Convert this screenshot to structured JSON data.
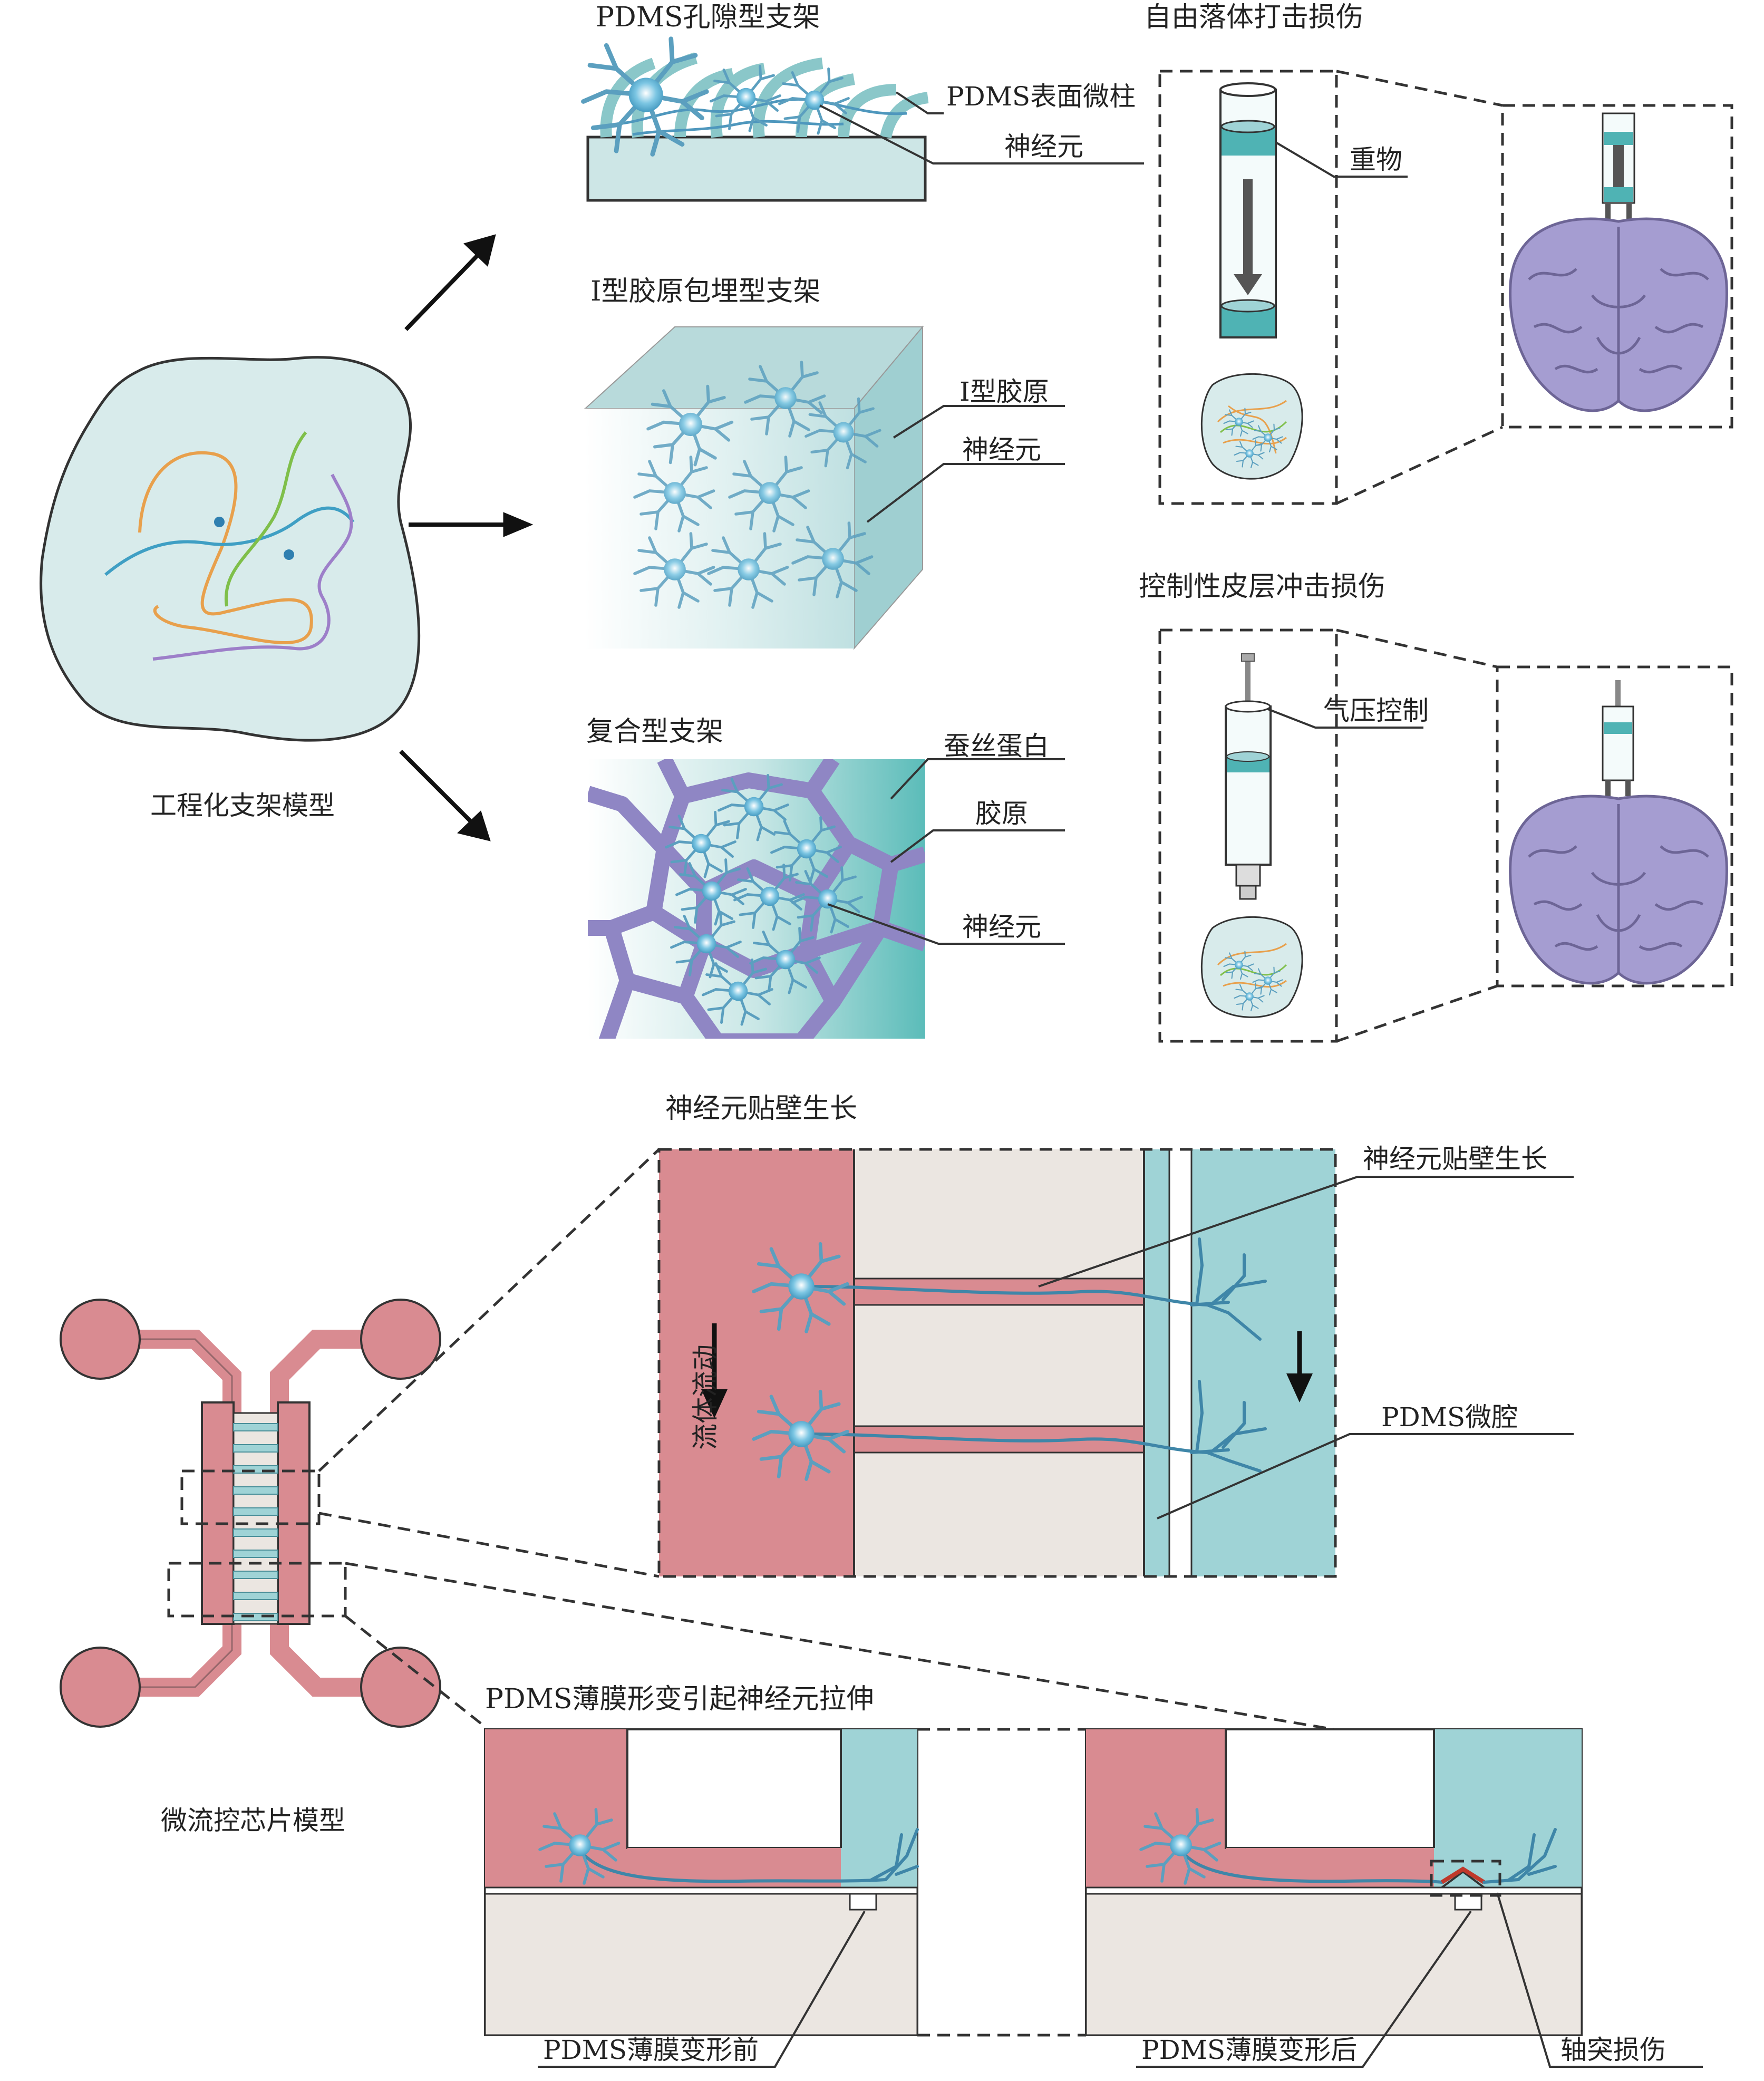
{
  "labels": {
    "engineered_scaffold_model": "工程化支架模型",
    "pdms_porous_scaffold": "PDMS孔隙型支架",
    "pdms_surface_micropillar": "PDMS表面微柱",
    "neuron_1": "神经元",
    "collagen_embed_scaffold": "I型胶原包埋型支架",
    "type1_collagen": "I型胶原",
    "neuron_2": "神经元",
    "composite_scaffold": "复合型支架",
    "silk_protein": "蚕丝蛋白",
    "collagen": "胶原",
    "neuron_3": "神经元",
    "free_fall_injury": "自由落体打击损伤",
    "weight": "重物",
    "cortical_impact_injury": "控制性皮层冲击损伤",
    "pressure_control": "气压控制",
    "neuron_wall_growth_title": "神经元贴壁生长",
    "neuron_wall_growth_label": "神经元贴壁生长",
    "fluid_flow": "流体流动",
    "pdms_microchamber": "PDMS微腔",
    "microfluidic_chip_model": "微流控芯片模型",
    "membrane_deformation_title": "PDMS薄膜形变引起神经元拉伸",
    "membrane_before": "PDMS薄膜变形前",
    "membrane_after": "PDMS薄膜变形后",
    "axon_injury": "轴突损伤"
  },
  "colors": {
    "gel": "#cfe5e6",
    "teal": "#4fb3b4",
    "teal_light": "#9fd3d6",
    "pink": "#d98b91",
    "beige": "#ebe6e1",
    "purple": "#a59dd1",
    "neuron": "#5fa8c9"
  }
}
